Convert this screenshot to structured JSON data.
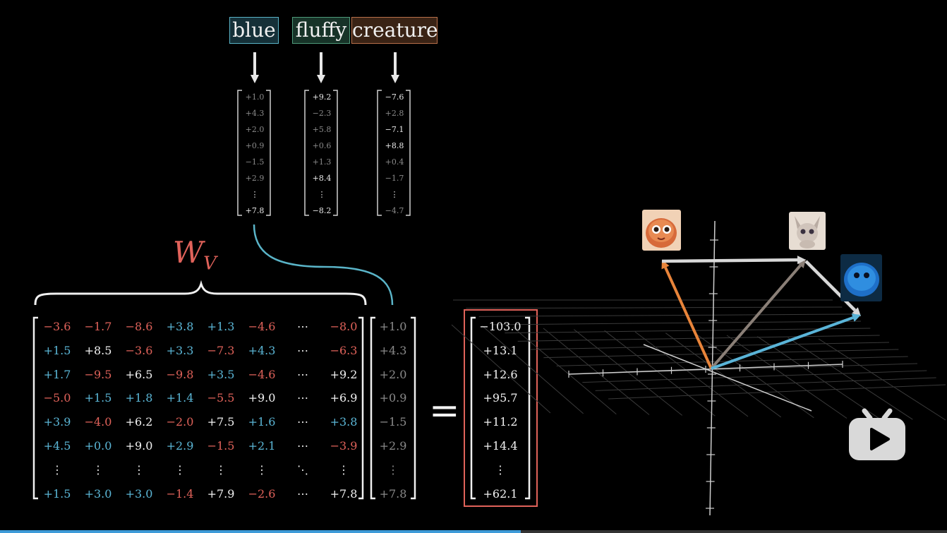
{
  "words": [
    {
      "label": "blue",
      "bg": "#153038",
      "border": "#5ab4c8"
    },
    {
      "label": "fluffy",
      "bg": "#173328",
      "border": "#4e9a7a"
    },
    {
      "label": "creature",
      "bg": "#3a2315",
      "border": "#b8704a"
    }
  ],
  "embeddings": [
    [
      "+1.0",
      "+4.3",
      "+2.0",
      "+0.9",
      "−1.5",
      "+2.9",
      "⋮",
      "+7.8"
    ],
    [
      "+9.2",
      "−2.3",
      "+5.8",
      "+0.6",
      "+1.3",
      "+8.4",
      "⋮",
      "−8.2"
    ],
    [
      "−7.6",
      "+2.8",
      "−7.1",
      "+8.8",
      "+0.4",
      "−1.7",
      "⋮",
      "−4.7"
    ]
  ],
  "matrix_label": {
    "main": "W",
    "sub": "V"
  },
  "matrix": [
    [
      "−3.6",
      "−1.7",
      "−8.6",
      "+3.8",
      "+1.3",
      "−4.6",
      "⋯",
      "−8.0"
    ],
    [
      "+1.5",
      "+8.5",
      "−3.6",
      "+3.3",
      "−7.3",
      "+4.3",
      "⋯",
      "−6.3"
    ],
    [
      "+1.7",
      "−9.5",
      "+6.5",
      "−9.8",
      "+3.5",
      "−4.6",
      "⋯",
      "+9.2"
    ],
    [
      "−5.0",
      "+1.5",
      "+1.8",
      "+1.4",
      "−5.5",
      "+9.0",
      "⋯",
      "+6.9"
    ],
    [
      "+3.9",
      "−4.0",
      "+6.2",
      "−2.0",
      "+7.5",
      "+1.6",
      "⋯",
      "+3.8"
    ],
    [
      "+4.5",
      "+0.0",
      "+9.0",
      "+2.9",
      "−1.5",
      "+2.1",
      "⋯",
      "−3.9"
    ],
    [
      "⋮",
      "⋮",
      "⋮",
      "⋮",
      "⋮",
      "⋮",
      "⋱",
      "⋮"
    ],
    [
      "+1.5",
      "+3.0",
      "+3.0",
      "−1.4",
      "+7.9",
      "−2.6",
      "⋯",
      "+7.8"
    ]
  ],
  "input_vector": [
    "+1.0",
    "+4.3",
    "+2.0",
    "+0.9",
    "−1.5",
    "+2.9",
    "⋮",
    "+7.8"
  ],
  "equals": "=",
  "result_vector": [
    "−103.0",
    "+13.1",
    "+12.6",
    "+95.7",
    "+11.2",
    "+14.4",
    "⋮",
    "+62.1"
  ],
  "colors": {
    "negative": "#e0625a",
    "positive_blue": "#5bb6d6",
    "positive_white": "#f2f2f2",
    "dim": "#8a8a8a",
    "connector": "#5ab4c8",
    "result_border": "#e0625a",
    "orange_arrow": "#e8843a",
    "gray_arrow": "#8a7f77",
    "white_arrow": "#d8d8d8",
    "blue_arrow": "#5ab4d8"
  },
  "images": [
    "orange-creature-icon",
    "fluffy-creature-icon",
    "blue-fluffy-creature-icon"
  ],
  "progress": {
    "fraction": 0.55
  },
  "logo": "bilibili-tv-icon"
}
